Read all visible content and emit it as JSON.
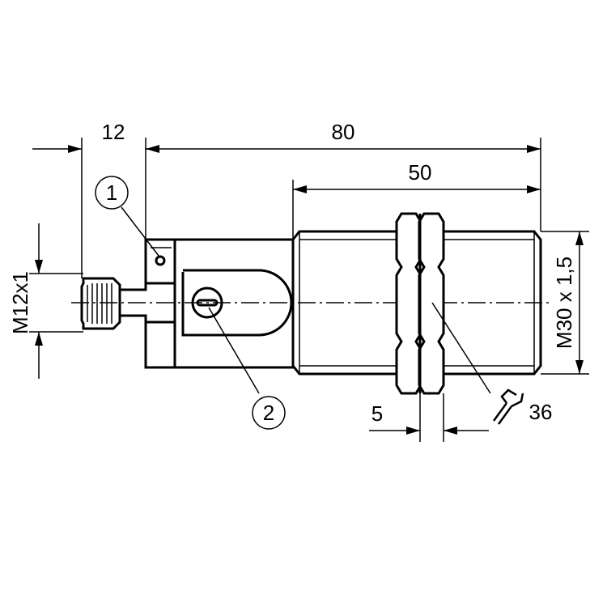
{
  "dimensions": {
    "connector_length": "12",
    "overall_length": "80",
    "thread_length": "50",
    "nut_width": "5",
    "wrench_size": "36",
    "connector_thread": "M12x1",
    "body_thread": "M30 x 1,5"
  },
  "callouts": {
    "one": "1",
    "two": "2"
  },
  "icons": {
    "wrench": "wrench-icon"
  }
}
